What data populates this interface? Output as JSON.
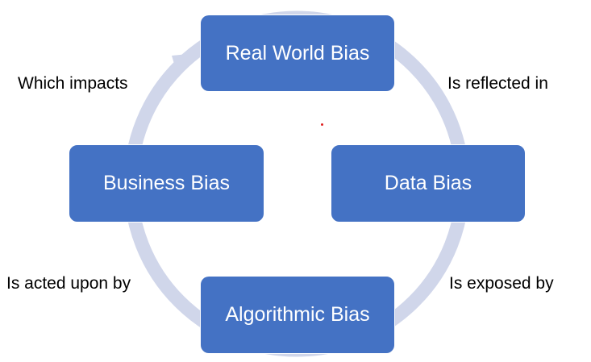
{
  "nodes": {
    "real_world": "Real World Bias",
    "data": "Data Bias",
    "algorithmic": "Algorithmic Bias",
    "business": "Business Bias"
  },
  "edges": {
    "real_to_data": "Is reflected in",
    "data_to_algorithmic": "Is exposed by",
    "algorithmic_to_business": "Is acted upon by",
    "business_to_real": "Which impacts"
  },
  "colors": {
    "node_fill": "#4472c4",
    "node_text": "#ffffff",
    "cycle_arrow": "#d0d6ea",
    "label_text": "#000000",
    "dot": "#e02020"
  }
}
